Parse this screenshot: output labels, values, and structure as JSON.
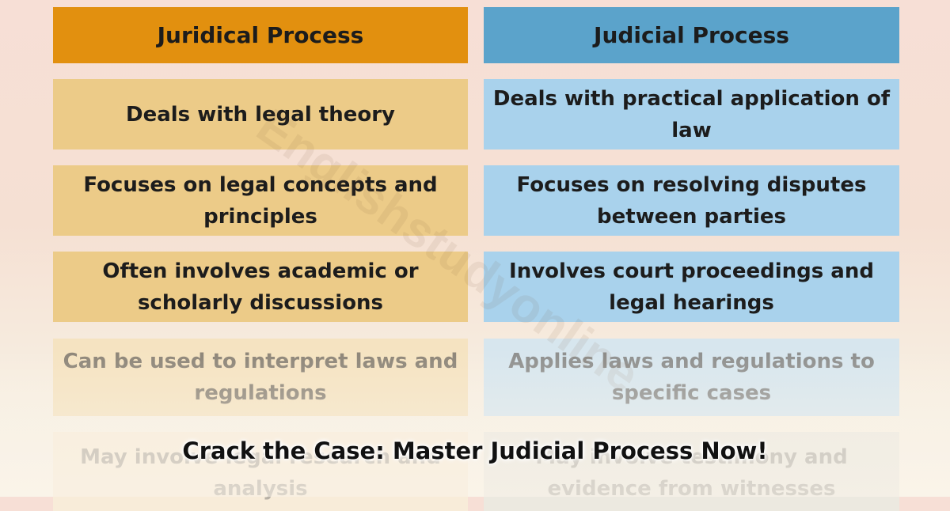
{
  "headers": {
    "left": "Juridical Process",
    "right": "Judicial Process"
  },
  "rows": [
    {
      "left": "Deals with legal theory",
      "right": "Deals with practical application of law"
    },
    {
      "left": "Focuses on legal concepts and principles",
      "right": "Focuses on resolving disputes between parties"
    },
    {
      "left": "Often involves academic or scholarly discussions",
      "right": "Involves court proceedings and legal hearings"
    },
    {
      "left": "Can be used to interpret laws and regulations",
      "right": "Applies laws and regulations to specific cases"
    },
    {
      "left": "May involve legal research and analysis",
      "right": "May involve testimony and evidence from witnesses"
    }
  ],
  "watermark": "Englishstudyonline",
  "banner": "Crack the Case: Master Judicial Process Now!",
  "colors": {
    "left_header": "#e2900f",
    "right_header": "#5ba3cb",
    "left_cell": "#eccb88",
    "right_cell": "#a9d2ec"
  }
}
